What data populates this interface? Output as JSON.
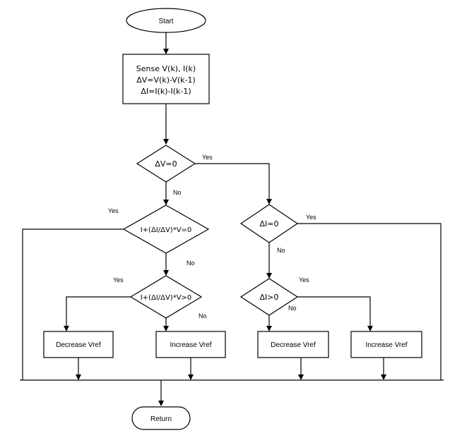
{
  "start": "Start",
  "process": {
    "line1": "Sense V(k), I(k)",
    "line2": "ΔV=V(k)-V(k-1)",
    "line3": "ΔI=I(k)-I(k-1)"
  },
  "decisions": {
    "dv_zero": "ΔV=0",
    "cond_eq": "I+(ΔI/ΔV)*V=0",
    "cond_gt": "I+(ΔI/ΔV)*V>0",
    "di_zero": "ΔI=0",
    "di_gt": "ΔI>0"
  },
  "boxes": {
    "decrease_left": "Decrease Vref",
    "increase_left": "Increase Vref",
    "decrease_right": "Decrease Vref",
    "increase_right": "Increase Vref"
  },
  "labels": {
    "dv_yes": "Yes",
    "dv_no": "No",
    "eq_yes": "Yes",
    "eq_no": "No",
    "gt_yes": "Yes",
    "gt_no": "No",
    "di_zero_yes": "Yes",
    "di_zero_no": "No",
    "di_gt_yes": "Yes",
    "di_gt_no": "No"
  },
  "end": "Return"
}
